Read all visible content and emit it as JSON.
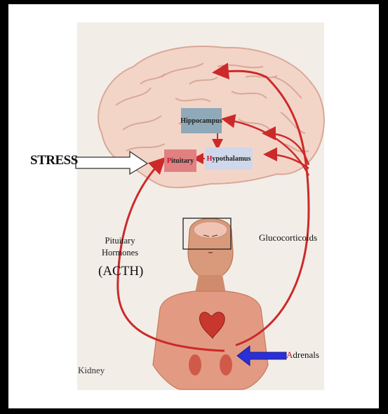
{
  "labels": {
    "stress": "STRESS",
    "hippocampus": "Hippocampus",
    "pituitary_first": "P",
    "pituitary_rest": "ituitary",
    "hypothalamus_first": "H",
    "hypothalamus_rest": "ypothalamus",
    "pituitary_hormones_line1": "Pituitary",
    "pituitary_hormones_line2": "Hormones",
    "acth": "(ACTH)",
    "glucocorticoids": "Glucocorticoids",
    "adrenals_first": "A",
    "adrenals_rest": "drenals",
    "kidney": "Kidney"
  },
  "colors": {
    "arrow_red": "#cc2a2a",
    "blue_arrow": "#2a2fd6",
    "hippocampus_box": "#8fa9b8",
    "pituitary_box": "#e08080",
    "hypothalamus_box": "#cfd8ea",
    "accent_letter": "#c8102e"
  },
  "icons": [
    "brain-illustration",
    "human-torso-illustration",
    "heart-icon",
    "kidney-icon",
    "hollow-arrow-icon",
    "blue-arrow-icon"
  ]
}
